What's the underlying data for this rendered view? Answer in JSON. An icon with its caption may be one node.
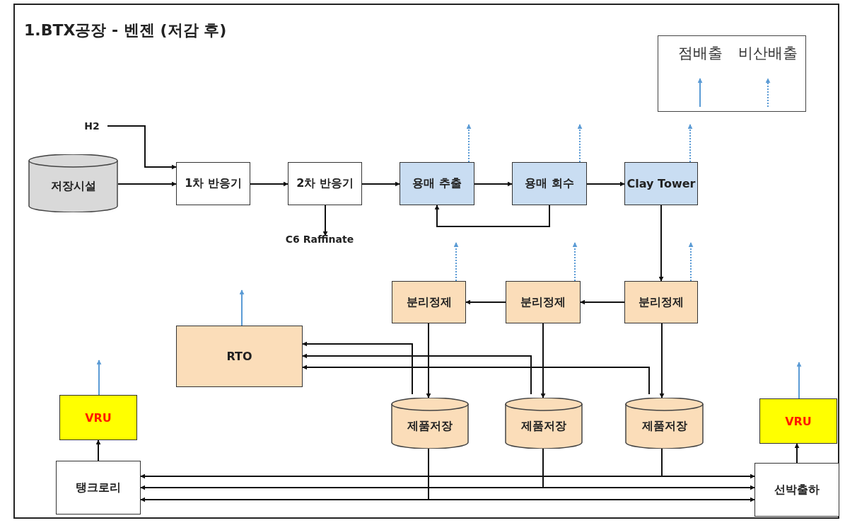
{
  "diagram": {
    "title": "1.BTX공장 - 벤젠 (저감 후)",
    "nodes": [
      {
        "text": [
          "H2"
        ]
      },
      {
        "text": [
          "저장시설"
        ]
      },
      {
        "text": [
          "1차 반응기"
        ]
      },
      {
        "text": [
          "2차 반응기"
        ]
      },
      {
        "text": [
          "C6 Raffinate"
        ]
      },
      {
        "text": [
          "용매 추출"
        ]
      },
      {
        "text": [
          "용매 회수"
        ]
      },
      {
        "text": [
          "Clay Tower"
        ]
      },
      {
        "text": [
          "분리정제"
        ]
      },
      {
        "text": [
          "분리정제"
        ]
      },
      {
        "text": [
          "분리정제"
        ]
      },
      {
        "text": [
          "RTO"
        ]
      },
      {
        "text": [
          "제품저장"
        ]
      },
      {
        "text": [
          "제품저장"
        ]
      },
      {
        "text": [
          "제품저장"
        ]
      },
      {
        "text": [
          "VRU"
        ]
      },
      {
        "text": [
          "탱크로리"
        ]
      },
      {
        "text": [
          "VRU"
        ]
      },
      {
        "text": [
          "선박출하"
        ]
      }
    ],
    "edges": [
      {
        "from": 0,
        "to": 2,
        "arrow": "to"
      },
      {
        "from": 1,
        "to": 2,
        "arrow": "to"
      },
      {
        "from": 2,
        "to": 3,
        "arrow": "to"
      },
      {
        "from": 3,
        "to": 4,
        "arrow": "to"
      },
      {
        "from": 3,
        "to": 5,
        "arrow": "to"
      },
      {
        "from": 5,
        "to": 6,
        "arrow": "to"
      },
      {
        "from": 6,
        "to": 7,
        "arrow": "to"
      },
      {
        "from": 6,
        "to": 5,
        "arrow": "to"
      },
      {
        "from": 7,
        "to": 10,
        "arrow": "to"
      },
      {
        "from": 10,
        "to": 9,
        "arrow": "to"
      },
      {
        "from": 9,
        "to": 8,
        "arrow": "to"
      },
      {
        "from": 8,
        "to": 12,
        "arrow": "to"
      },
      {
        "from": 9,
        "to": 13,
        "arrow": "to"
      },
      {
        "from": 10,
        "to": 14,
        "arrow": "to"
      },
      {
        "from": 12,
        "to": 11,
        "arrow": "to"
      },
      {
        "from": 13,
        "to": 11,
        "arrow": "to"
      },
      {
        "from": 14,
        "to": 11,
        "arrow": "to"
      },
      {
        "from": 14,
        "to": 16,
        "arrow": "to"
      },
      {
        "from": 14,
        "to": 18,
        "arrow": "to"
      },
      {
        "from": 13,
        "to": 16,
        "arrow": "to"
      },
      {
        "from": 13,
        "to": 18,
        "arrow": "to"
      },
      {
        "from": 12,
        "to": 16,
        "arrow": "to"
      },
      {
        "from": 12,
        "to": 18,
        "arrow": "to"
      },
      {
        "from": 16,
        "to": 15,
        "arrow": "to"
      },
      {
        "from": 18,
        "to": 17,
        "arrow": "to"
      },
      {
        "from": 5,
        "to": null,
        "arrow": "to",
        "style": "dashed",
        "color": "#5b9bd5"
      },
      {
        "from": 6,
        "to": null,
        "arrow": "to",
        "style": "dashed",
        "color": "#5b9bd5"
      },
      {
        "from": 7,
        "to": null,
        "arrow": "to",
        "style": "dashed",
        "color": "#5b9bd5"
      },
      {
        "from": 8,
        "to": null,
        "arrow": "to",
        "style": "dashed",
        "color": "#5b9bd5"
      },
      {
        "from": 9,
        "to": null,
        "arrow": "to",
        "style": "dashed",
        "color": "#5b9bd5"
      },
      {
        "from": 10,
        "to": null,
        "arrow": "to",
        "style": "dashed",
        "color": "#5b9bd5"
      },
      {
        "from": 11,
        "to": null,
        "arrow": "to",
        "color": "#5b9bd5"
      },
      {
        "from": 15,
        "to": null,
        "arrow": "to",
        "color": "#5b9bd5"
      },
      {
        "from": 17,
        "to": null,
        "arrow": "to",
        "color": "#5b9bd5"
      }
    ],
    "legend": [
      {
        "text": "점배출"
      },
      {
        "text": "비산배출"
      }
    ]
  }
}
